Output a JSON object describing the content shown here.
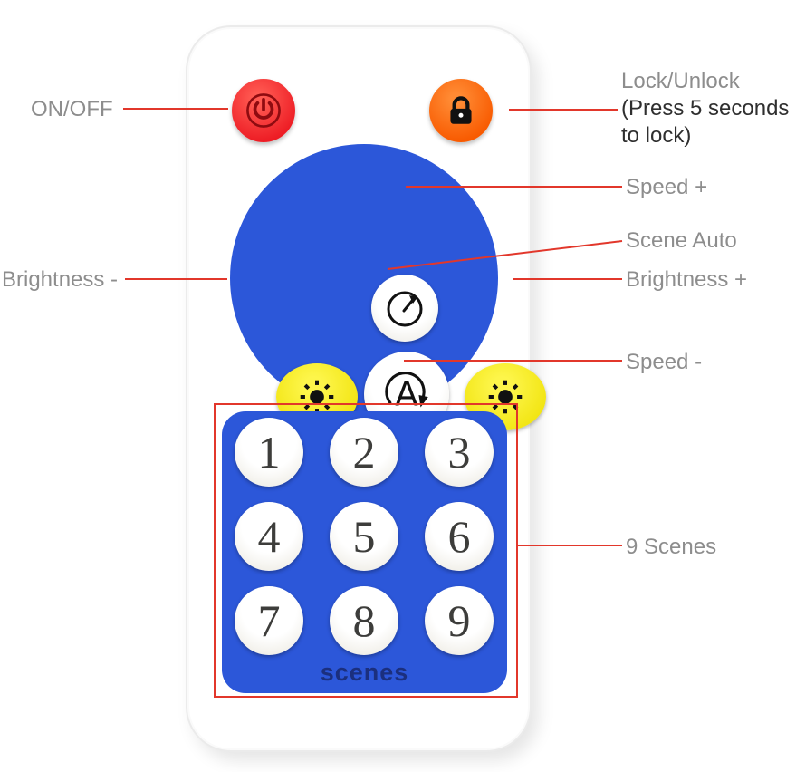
{
  "colors": {
    "annotation": "#e2372b",
    "label_gray": "#8d8d8d",
    "label_dark": "#2f2f2f",
    "pad_blue": "#2c57d9",
    "power_red": "#ed1c24",
    "power_glyph": "#8f0b10",
    "lock_orange": "#f85a00",
    "button_yellow": "#f2e513",
    "scenes_text": "#1b2f7e",
    "number_color": "#3d3d3b"
  },
  "labels": {
    "on_off": "ON/OFF",
    "lock_unlock": "Lock/Unlock",
    "lock_note_line1": "(Press 5 seconds",
    "lock_note_line2": "to lock)",
    "speed_plus": "Speed +",
    "scene_auto": "Scene Auto",
    "brightness_minus": "Brightness -",
    "brightness_plus": "Brightness +",
    "speed_minus": "Speed -",
    "nine_scenes": "9 Scenes"
  },
  "icons": {
    "power": "power-icon",
    "lock": "padlock-icon",
    "speed_plus": "speedometer-icon",
    "speed_minus": "speedometer-icon",
    "scene_auto": "auto-rotate-a-icon",
    "brightness": "sun-icon"
  },
  "remote": {
    "scene_buttons": [
      "1",
      "2",
      "3",
      "4",
      "5",
      "6",
      "7",
      "8",
      "9"
    ],
    "scenes_label": "scenes"
  }
}
